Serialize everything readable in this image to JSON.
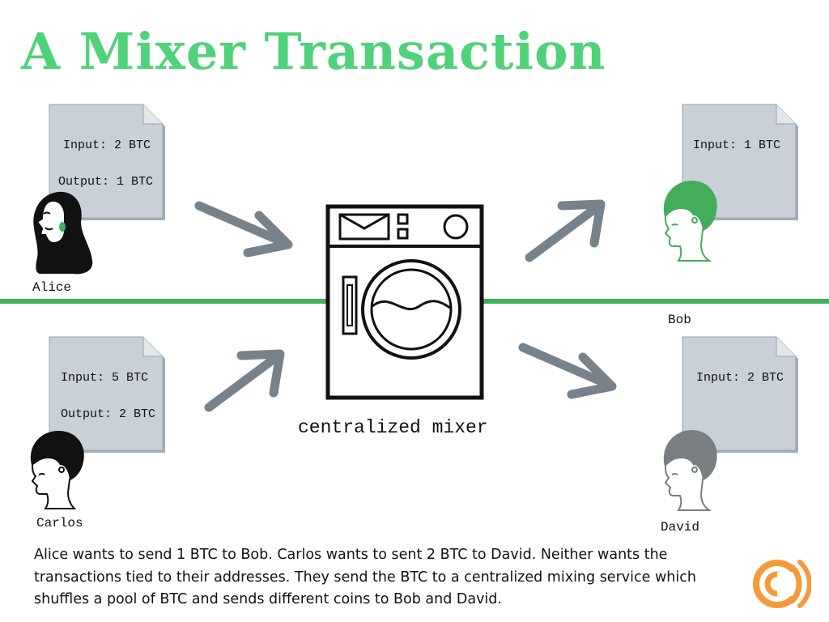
{
  "title": "A Mixer Transaction",
  "documents": {
    "alice": {
      "input": "Input: 2 BTC",
      "output": "Output: 1 BTC"
    },
    "carlos": {
      "input": "Input: 5 BTC",
      "output": "Output: 2 BTC"
    },
    "bob": {
      "input": "Input: 1 BTC"
    },
    "david": {
      "input": "Input: 2 BTC"
    }
  },
  "people": {
    "alice": "Alice",
    "carlos": "Carlos",
    "bob": "Bob",
    "david": "David"
  },
  "mixer": {
    "label": "centralized mixer"
  },
  "caption": "Alice wants to send 1 BTC to Bob. Carlos wants to sent 2 BTC to David. Neither wants the transactions tied to their addresses. They send the BTC to a centralized mixing service which shuffles a pool of BTC and sends different coins to Bob and David.",
  "colors": {
    "title": "#4fd27a",
    "divider": "#3fb35c",
    "bob_hair": "#44ad5c",
    "david_hair": "#7a7f84",
    "arrow": "#78828b",
    "document": "#c9d0d8",
    "logo": "#f59a3b"
  }
}
